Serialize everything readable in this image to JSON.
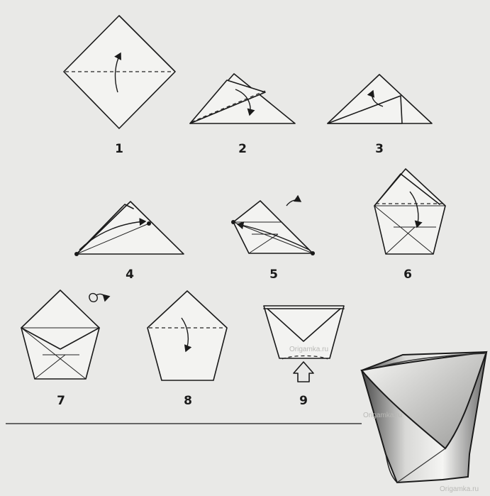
{
  "steps": [
    {
      "number": "1"
    },
    {
      "number": "2"
    },
    {
      "number": "3"
    },
    {
      "number": "4"
    },
    {
      "number": "5"
    },
    {
      "number": "6"
    },
    {
      "number": "7"
    },
    {
      "number": "8"
    },
    {
      "number": "9"
    }
  ],
  "watermarks": [
    "Origamka.ru",
    "Origamka.ru",
    "Origamka.ru"
  ],
  "colors": {
    "background": "#e9e9e7",
    "ink": "#1a1a1a",
    "paper": "#f3f3f1",
    "cup_shadow": "#555555"
  }
}
